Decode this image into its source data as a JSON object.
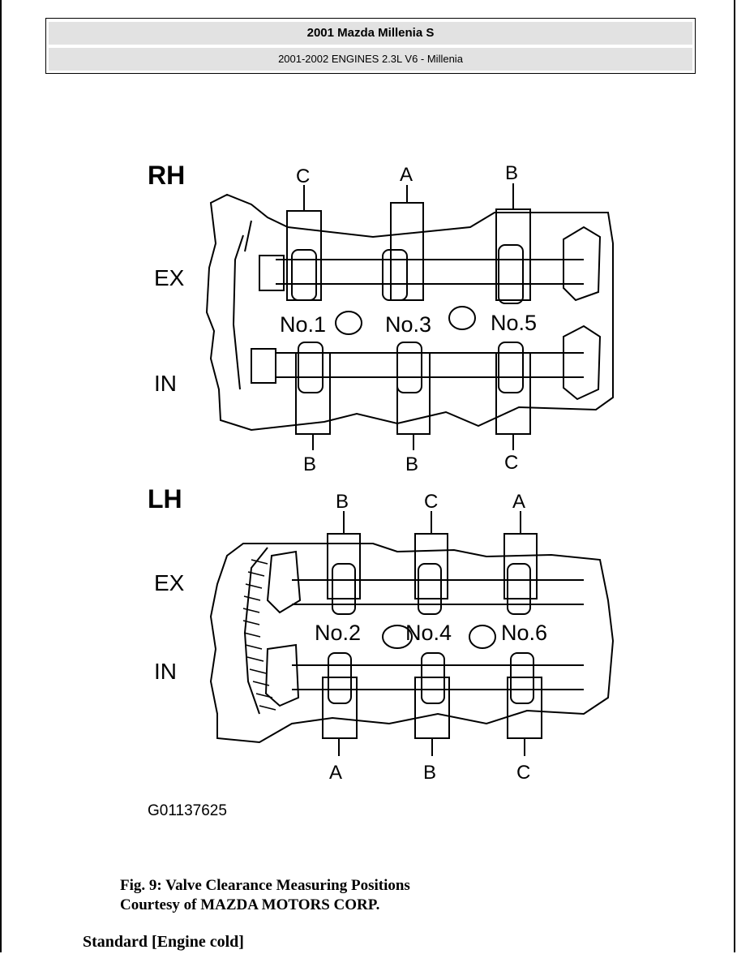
{
  "header": {
    "title": "2001 Mazda Millenia S",
    "subtitle": "2001-2002 ENGINES 2.3L V6 - Millenia"
  },
  "figure": {
    "rh": {
      "bank_label": "RH",
      "row_ex": "EX",
      "row_in": "IN",
      "top_letters": [
        "C",
        "A",
        "B"
      ],
      "cyl_labels": [
        "No.1",
        "No.3",
        "No.5"
      ],
      "bottom_letters": [
        "B",
        "B",
        "C"
      ]
    },
    "lh": {
      "bank_label": "LH",
      "row_ex": "EX",
      "row_in": "IN",
      "top_letters": [
        "B",
        "C",
        "A"
      ],
      "cyl_labels": [
        "No.2",
        "No.4",
        "No.6"
      ],
      "bottom_letters": [
        "A",
        "B",
        "C"
      ]
    },
    "figure_id": "G01137625"
  },
  "caption": {
    "line1": "Fig. 9: Valve Clearance Measuring Positions",
    "line2": "Courtesy of MAZDA MOTORS CORP."
  },
  "section_heading": "Standard [Engine cold]"
}
